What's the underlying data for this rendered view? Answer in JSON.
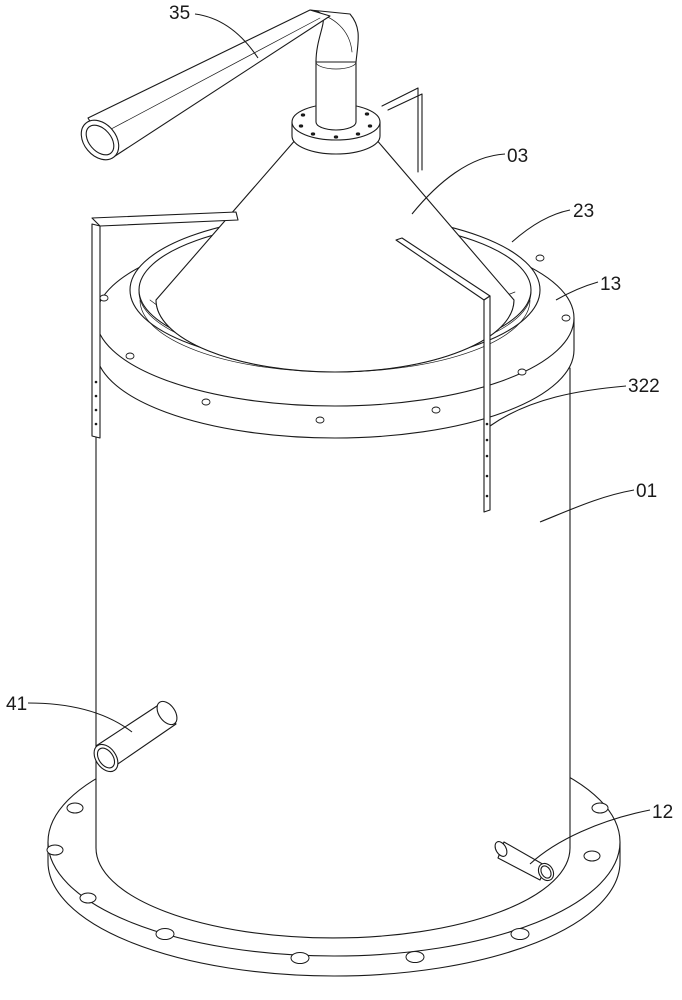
{
  "callouts": {
    "pipe_35": "35",
    "cone_03": "03",
    "ring_23": "23",
    "flange_13": "13",
    "bracket_322": "322",
    "body_01": "01",
    "inlet_41": "41",
    "outlet_12": "12"
  },
  "colors": {
    "line": "#1a1a1a",
    "background": "#ffffff"
  }
}
